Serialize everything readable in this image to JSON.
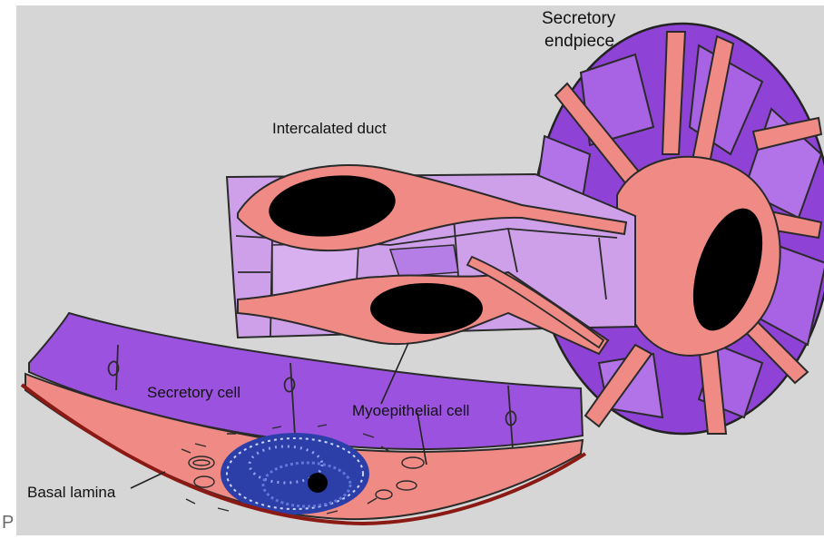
{
  "labels": {
    "secretory_endpiece": [
      "Secretory",
      "endpiece"
    ],
    "intercalated_duct": "Intercalated duct",
    "secretory_cell": "Secretory cell",
    "myoepithelial_cell": "Myoepithelial cell",
    "basal_lamina": "Basal lamina"
  },
  "footer_letter": "P",
  "colors": {
    "background": "#d6d6d6",
    "secretory_cell_dark": "#9b53df",
    "secretory_cell_light": "#c08ae8",
    "duct_cell": "#cfa0ea",
    "myoepithelial": "#ef8a84",
    "nucleus": "#000000",
    "nucleus_detail": "#2c3fa8",
    "basal_lamina": "#8b1a14",
    "outline": "#2a2a2a"
  }
}
